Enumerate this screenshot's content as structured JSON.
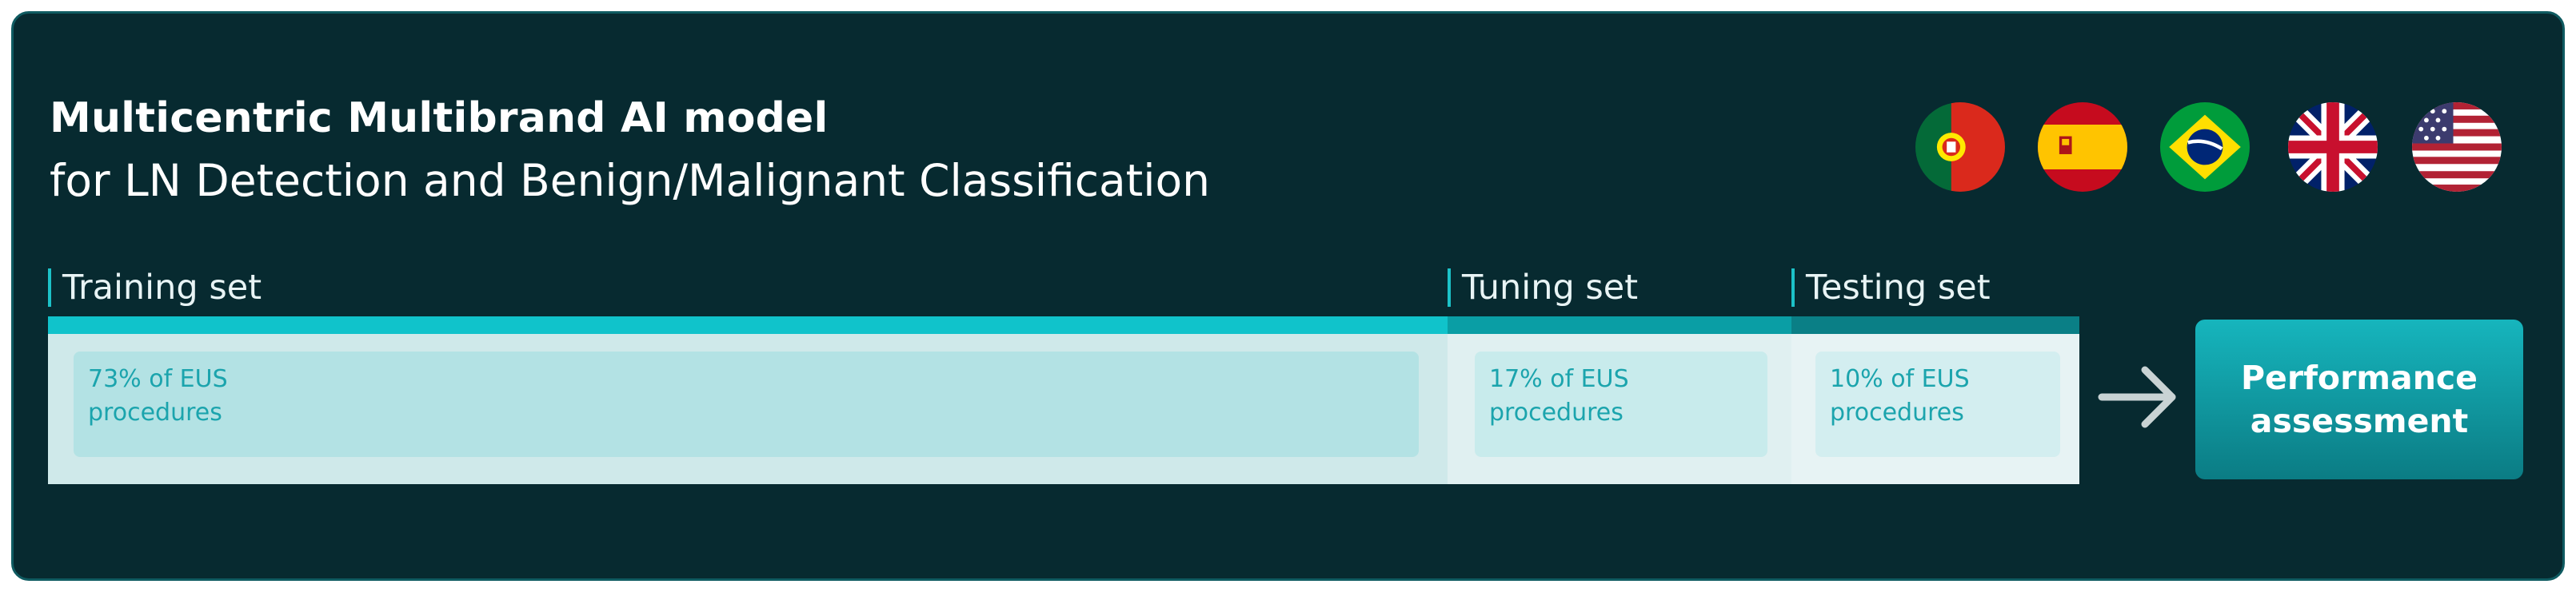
{
  "title": {
    "line1": "Multicentric Multibrand AI model",
    "line2": "for LN Detection and Benign/Malignant Classification"
  },
  "flags": [
    "portugal-flag",
    "spain-flag",
    "brazil-flag",
    "uk-flag",
    "usa-flag"
  ],
  "sets": [
    {
      "label": "Training set",
      "text_line1": "73% of EUS",
      "text_line2": "procedures",
      "share": 73
    },
    {
      "label": "Tuning set",
      "text_line1": "17% of EUS",
      "text_line2": "procedures",
      "share": 17
    },
    {
      "label": "Testing set",
      "text_line1": "10% of EUS",
      "text_line2": "procedures",
      "share": 10
    }
  ],
  "arrow_icon": "arrow-right-icon",
  "output": {
    "line1": "Performance",
    "line2": "assessment"
  },
  "colors": {
    "panel_bg": "#072a30",
    "accent": "#10c3cb",
    "training_bar": "#cfe9ea",
    "output_box": "#0b7c84"
  }
}
